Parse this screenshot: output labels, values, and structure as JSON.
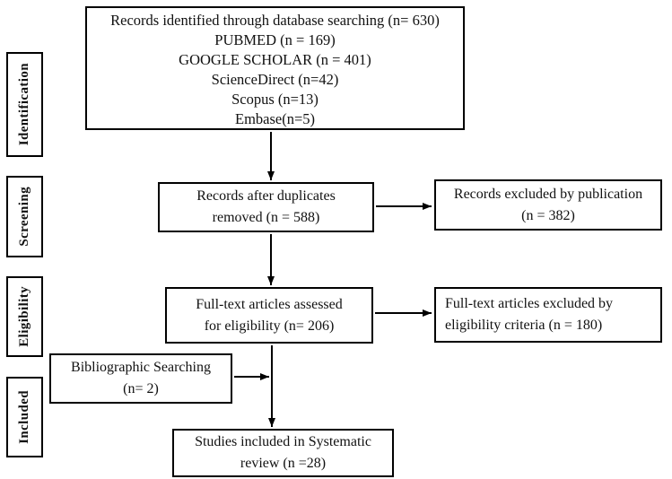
{
  "diagram": {
    "type": "prisma-flowchart",
    "colors": {
      "border": "#000000",
      "text": "#111111",
      "background": "#ffffff"
    },
    "stages": [
      {
        "label": "Identification"
      },
      {
        "label": "Screening"
      },
      {
        "label": "Eligibility"
      },
      {
        "label": "Included"
      }
    ],
    "nodes": {
      "records_identified": {
        "lines": [
          "Records identified through database searching (n= 630)",
          "PUBMED (n = 169)",
          "GOOGLE SCHOLAR (n = 401)",
          "ScienceDirect (n=42)",
          "Scopus (n=13)",
          "Embase(n=5)"
        ]
      },
      "records_after_duplicates": {
        "lines": [
          "Records after duplicates",
          "removed (n = 588)"
        ]
      },
      "records_excluded": {
        "lines": [
          "Records excluded by publication",
          "(n = 382)"
        ]
      },
      "fulltext_assessed": {
        "lines": [
          "Full-text articles assessed",
          "for eligibility (n= 206)"
        ]
      },
      "fulltext_excluded": {
        "lines": [
          "Full-text articles excluded by",
          "eligibility criteria (n = 180)"
        ]
      },
      "bibliographic_searching": {
        "lines": [
          "Bibliographic Searching",
          "(n= 2)"
        ]
      },
      "studies_included": {
        "lines": [
          "Studies included in Systematic",
          "review (n =28)"
        ]
      }
    }
  }
}
